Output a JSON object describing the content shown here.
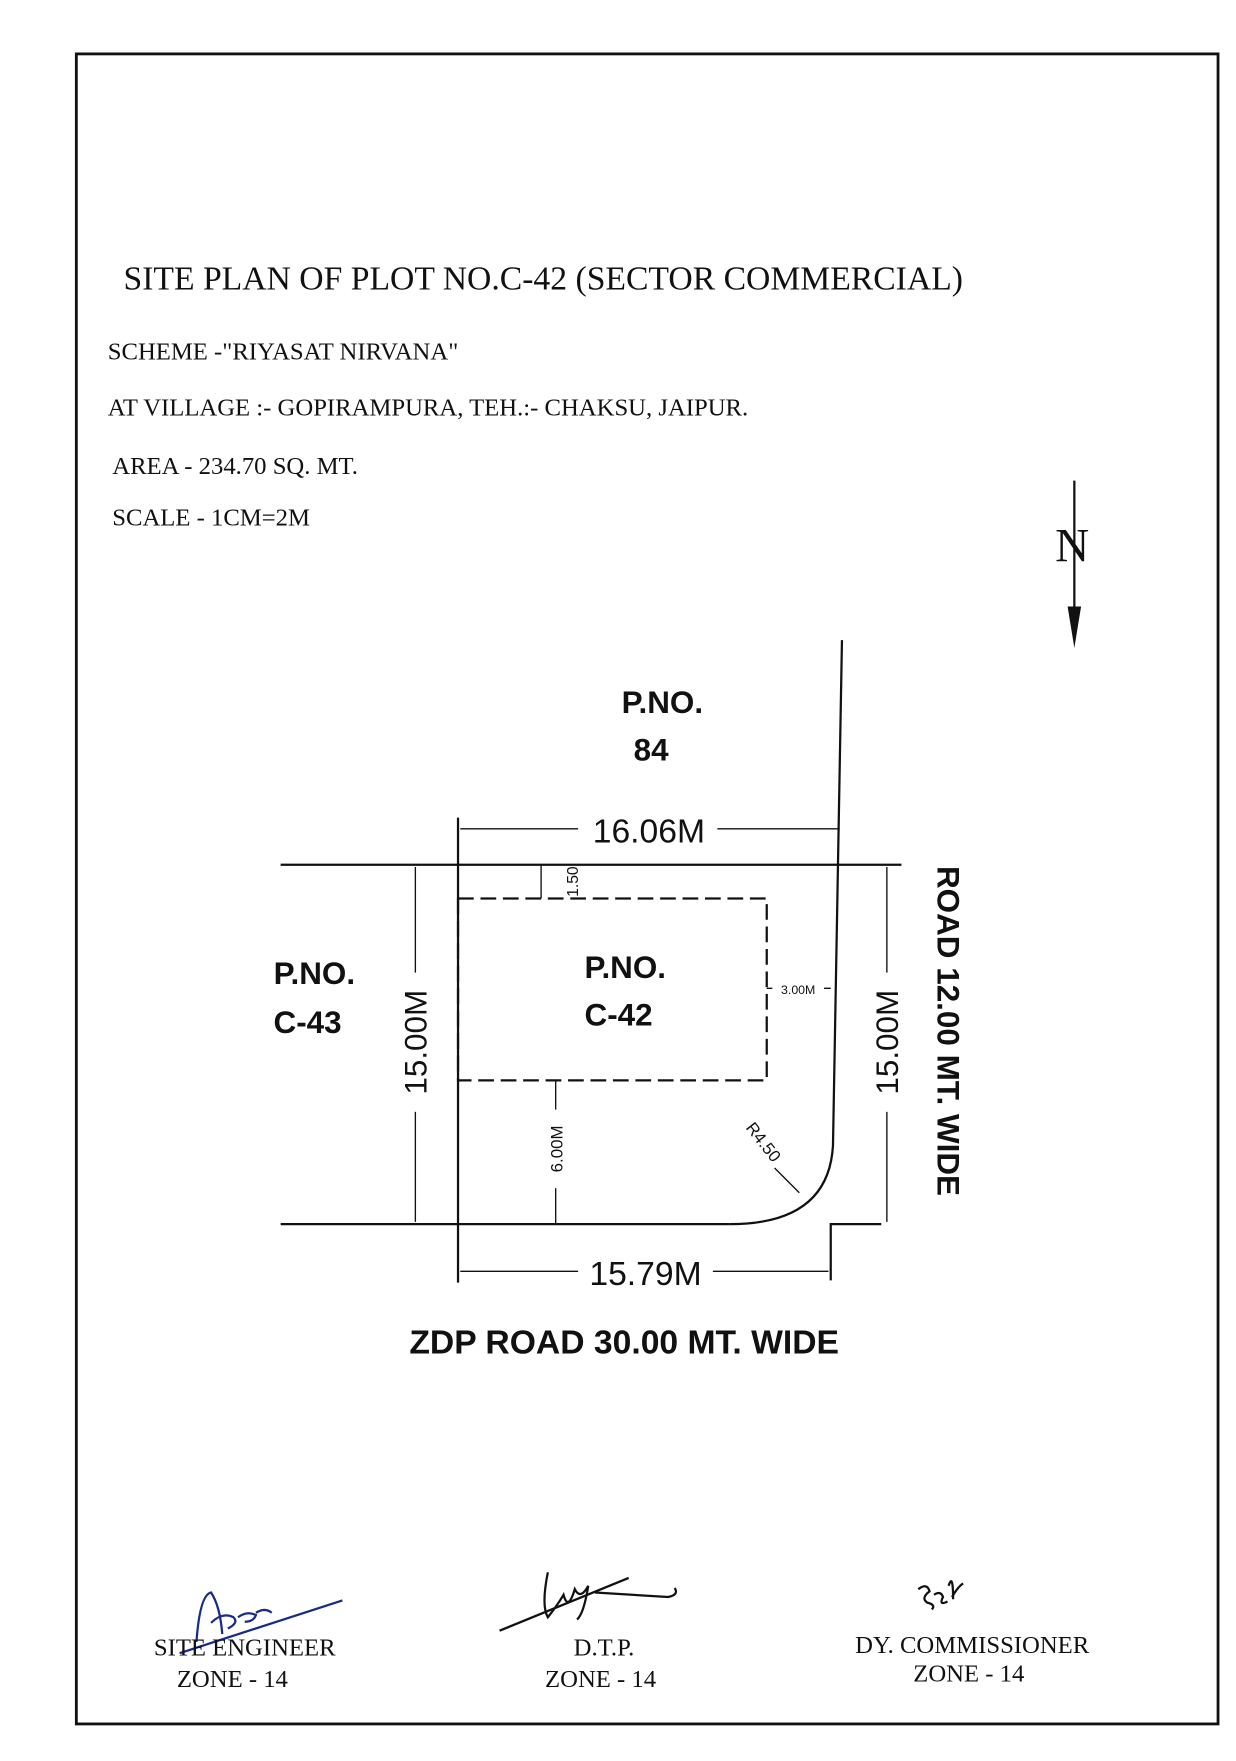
{
  "header": {
    "title": "SITE PLAN OF PLOT NO.C-42 (SECTOR COMMERCIAL)",
    "scheme": "SCHEME -\"RIYASAT NIRVANA\"",
    "village": "AT VILLAGE :- GOPIRAMPURA, TEH.:- CHAKSU, JAIPUR.",
    "area": "AREA  - 234.70 SQ. MT.",
    "scale": "SCALE -  1CM=2M"
  },
  "north": {
    "label": "N"
  },
  "plan": {
    "plot_north": {
      "line1": "P.NO.",
      "line2": "84"
    },
    "plot_west": {
      "line1": "P.NO.",
      "line2": "C-43"
    },
    "plot_main": {
      "line1": "P.NO.",
      "line2": "C-42"
    },
    "dim_top": "16.06M",
    "dim_bottom": "15.79M",
    "dim_left": "15.00M",
    "dim_right": "15.00M",
    "dim_front_setback": "1.50",
    "dim_side_setback": "3.00M",
    "dim_rear_setback": "6.00M",
    "radius": "R4.50",
    "road_east": "ROAD 12.00 MT. WIDE",
    "road_south": "ZDP ROAD 30.00 MT. WIDE"
  },
  "signatures": [
    {
      "title": "SITE ENGINEER",
      "zone": "ZONE - 14"
    },
    {
      "title": "D.T.P.",
      "zone": "ZONE - 14"
    },
    {
      "title": "DY. COMMISSIONER",
      "zone": "ZONE - 14"
    }
  ],
  "colors": {
    "ink": "#111111",
    "signature_blue": "#1a2a8a"
  }
}
